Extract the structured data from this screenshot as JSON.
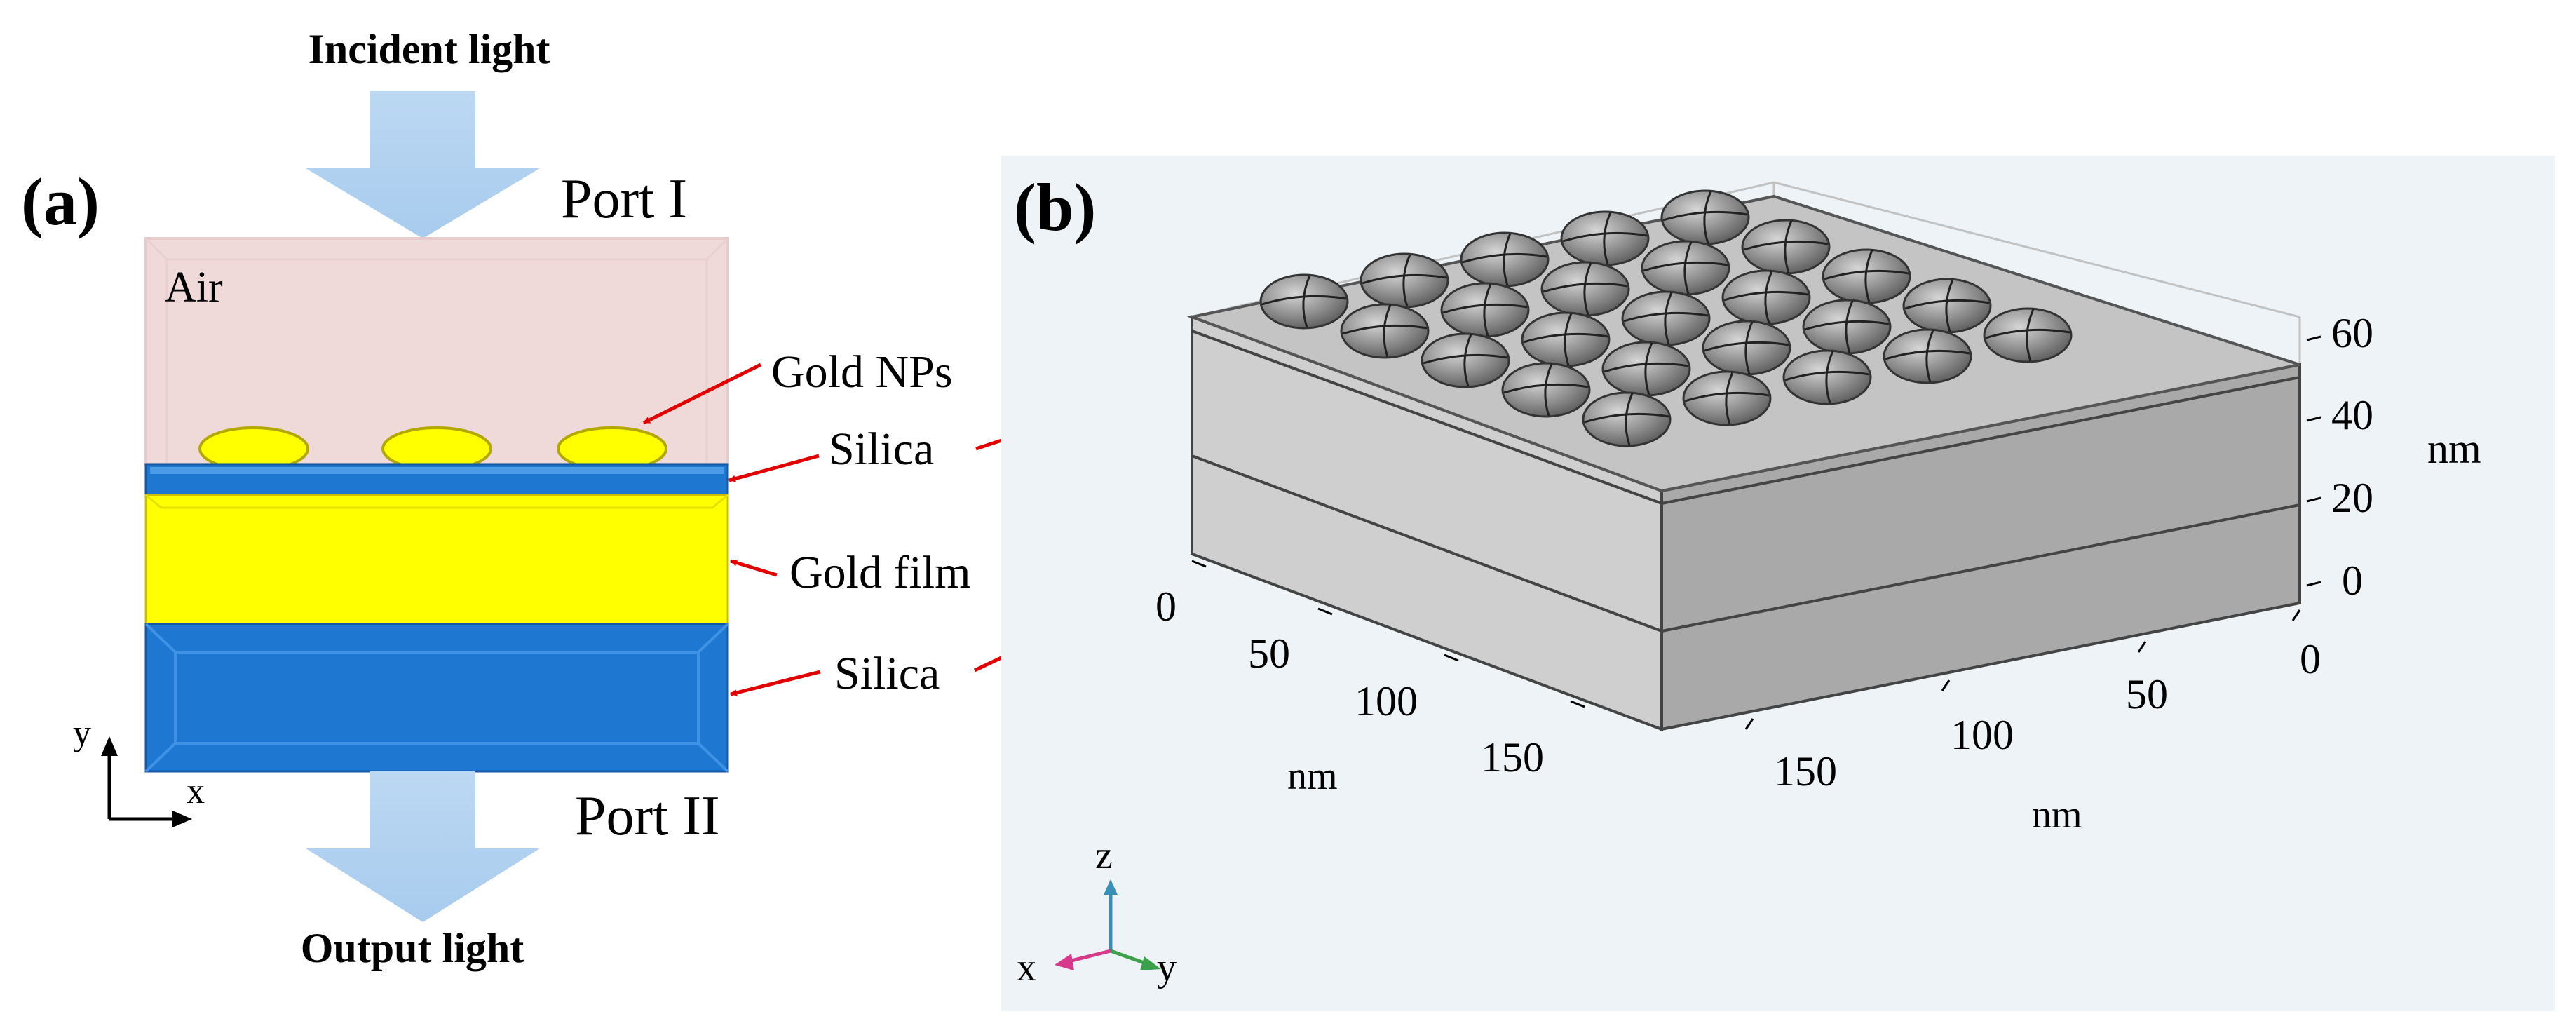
{
  "panel_a": {
    "label": "(a)",
    "incident_light": "Incident light",
    "output_light": "Output light",
    "port_top": "Port I",
    "port_bottom": "Port II",
    "air": "Air",
    "callouts": {
      "gold_nps": "Gold NPs",
      "silica_top": "Silica",
      "gold_film": "Gold film",
      "silica_bottom": "Silica"
    },
    "axis_x": "x",
    "axis_y": "y",
    "colors": {
      "air": "#f0d9d9",
      "gold": "#ffff00",
      "silica": "#1e78d2",
      "arrow": "#e00000",
      "light": "#bcd8f2"
    }
  },
  "panel_b": {
    "label": "(b)",
    "z_ticks": [
      "60",
      "40",
      "20",
      "0"
    ],
    "z_unit": "nm",
    "y_ticks": [
      "0",
      "50",
      "100",
      "150"
    ],
    "y_unit": "nm",
    "x_ticks": [
      "0",
      "50",
      "100",
      "150"
    ],
    "x_unit": "nm",
    "triad": {
      "x": "x",
      "y": "y",
      "z": "z"
    },
    "colors": {
      "background": "#eef3f7",
      "block_side": "#a9a9a9",
      "block_front": "#cfcfcf",
      "block_top": "#c4c4c4",
      "particle": "#8f8f8f"
    }
  }
}
